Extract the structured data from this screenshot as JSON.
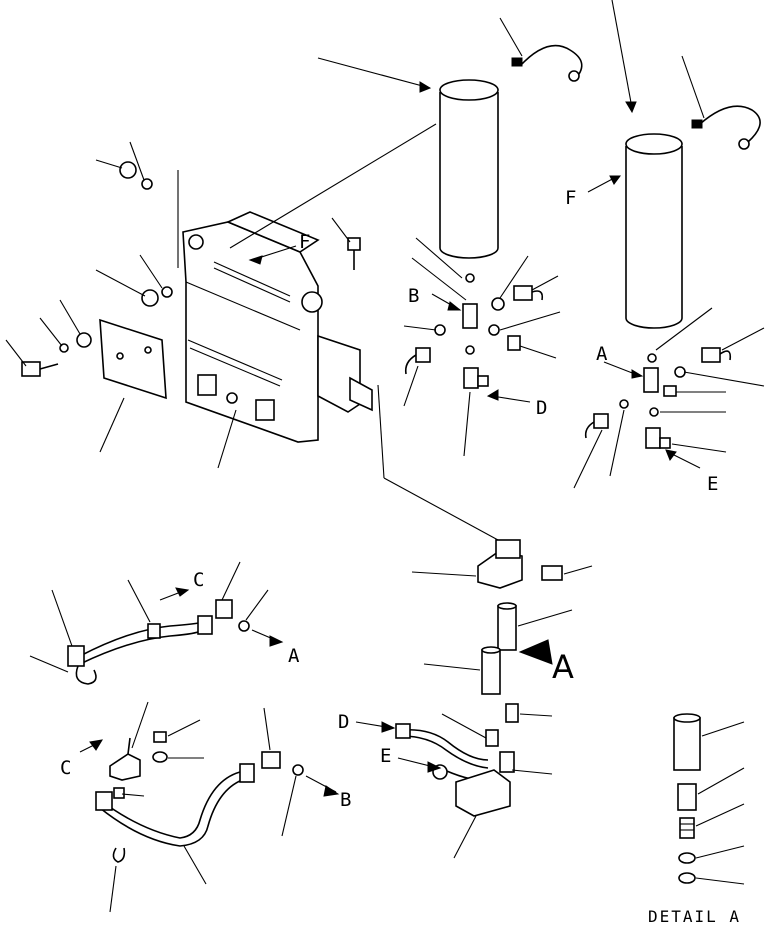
{
  "diagram": {
    "callouts": {
      "F_top": "F",
      "F_right": "F",
      "B_top": "B",
      "D_top": "D",
      "A_right": "A",
      "E_right": "E",
      "C_mid": "C",
      "A_mid": "A",
      "A_big": "A",
      "D_low": "D",
      "E_low": "E",
      "C_low": "C",
      "B_low": "B"
    },
    "detail_caption": "DETAIL A"
  }
}
